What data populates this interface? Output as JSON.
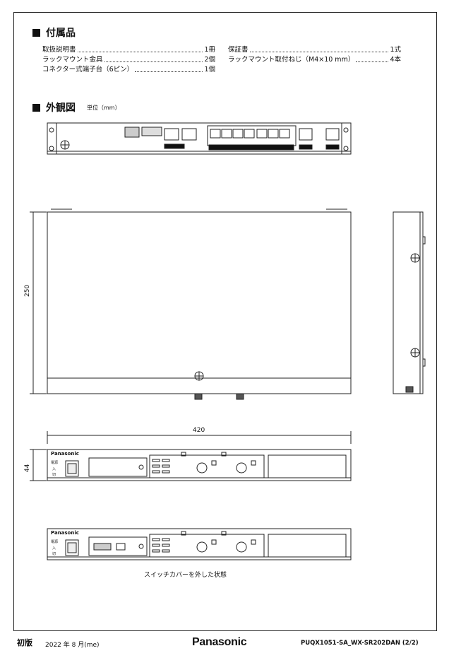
{
  "section_accessories": {
    "title": "付属品"
  },
  "accessories_left": [
    {
      "name": "取扱説明書",
      "qty": "1冊"
    },
    {
      "name": "ラックマウント金具",
      "qty": "2個"
    },
    {
      "name": "コネクター式端子台（6ピン）",
      "qty": "1個"
    }
  ],
  "accessories_right": [
    {
      "name": "保証書",
      "qty": "1式"
    },
    {
      "name": "ラックマウント取付ねじ（M4×10 mm）",
      "qty": "4本"
    }
  ],
  "section_external": {
    "title": "外観図",
    "unit": "単位（mm）"
  },
  "dimensions": {
    "depth": "250",
    "width": "420",
    "height": "44"
  },
  "front_panel": {
    "brand": "Panasonic",
    "labels": [
      "電源",
      "入",
      "切"
    ]
  },
  "caption_switch_cover": "スイッチカバーを外した状態",
  "footer": {
    "edition": "初版",
    "date": "2022 年 8 月(me)",
    "brand": "Panasonic",
    "doc_code": "PUQX1051-SA_WX-SR202DAN  (2/2)"
  }
}
